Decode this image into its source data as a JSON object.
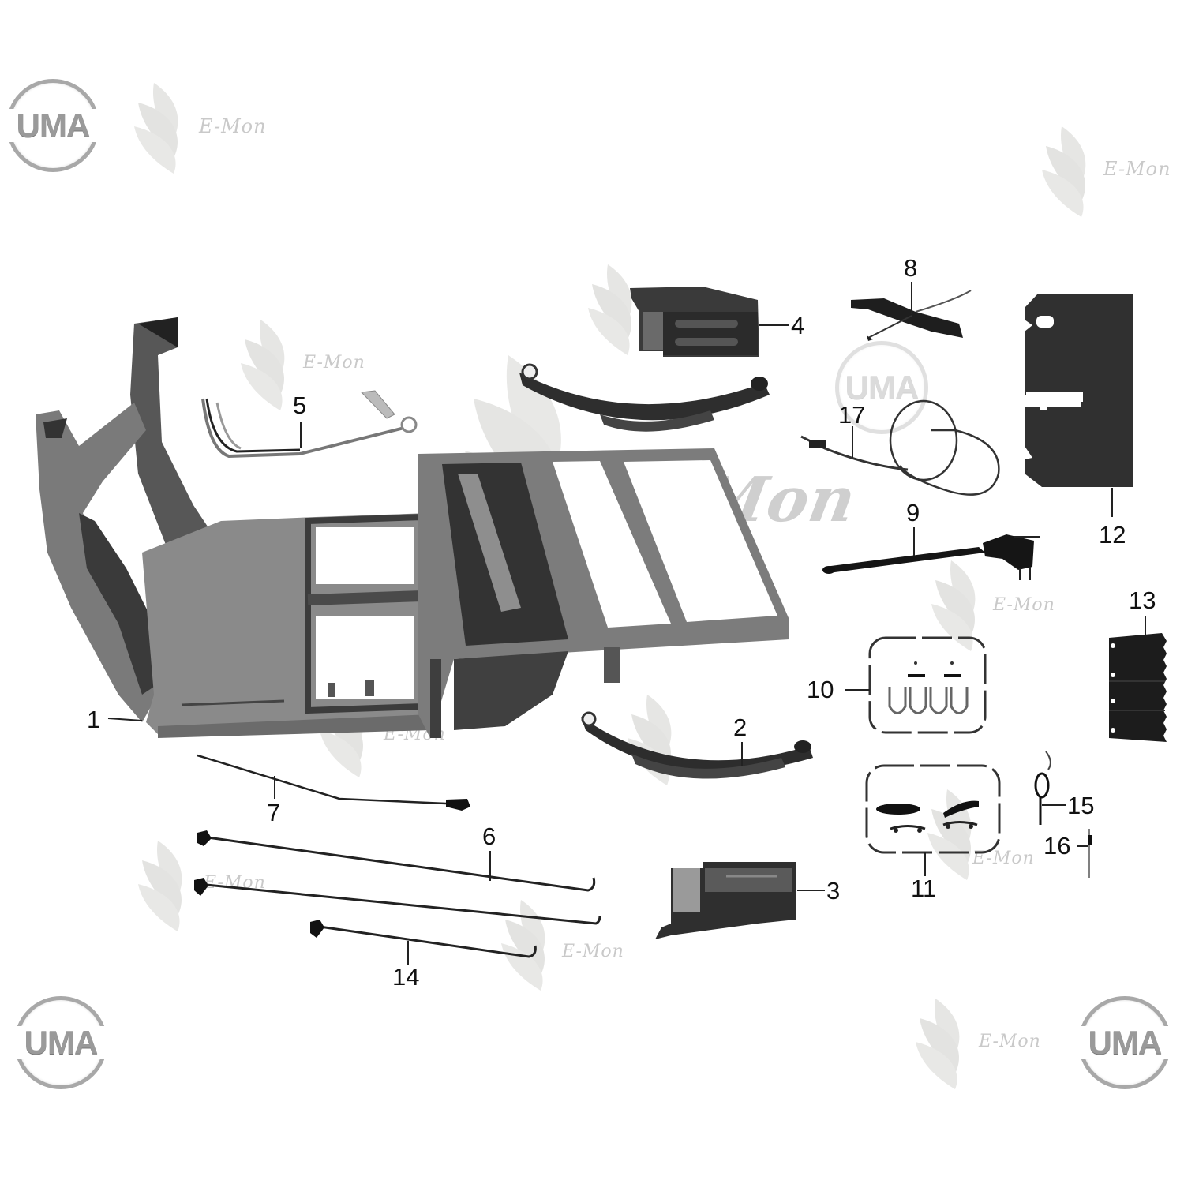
{
  "diagram": {
    "type": "exploded-parts-diagram",
    "subject": "Vehicle chassis frame assembly",
    "callouts": [
      {
        "id": "1",
        "label": "1",
        "part": "main chassis frame"
      },
      {
        "id": "2",
        "label": "2",
        "part": "rear leaf spring (lower)"
      },
      {
        "id": "3",
        "label": "3",
        "part": "mounting bracket (lower)"
      },
      {
        "id": "4",
        "label": "4",
        "part": "mounting bracket (upper)"
      },
      {
        "id": "5",
        "label": "5",
        "part": "pedal / brake lever arm"
      },
      {
        "id": "6",
        "label": "6",
        "part": "long brake rods (pair)"
      },
      {
        "id": "7",
        "label": "7",
        "part": "short rod / cable"
      },
      {
        "id": "8",
        "label": "8",
        "part": "hand brake lever"
      },
      {
        "id": "9",
        "label": "9",
        "part": "shift lever"
      },
      {
        "id": "10",
        "label": "10",
        "part": "U-bolt kit"
      },
      {
        "id": "11",
        "label": "11",
        "part": "spring clamp plate kit"
      },
      {
        "id": "12",
        "label": "12",
        "part": "floor panel"
      },
      {
        "id": "13",
        "label": "13",
        "part": "serrated side plate"
      },
      {
        "id": "14",
        "label": "14",
        "part": "short brake rod"
      },
      {
        "id": "15",
        "label": "15",
        "part": "return spring"
      },
      {
        "id": "16",
        "label": "16",
        "part": "pin"
      },
      {
        "id": "17",
        "label": "17",
        "part": "cable assembly"
      }
    ]
  },
  "watermarks": {
    "brand_logo": "UMA",
    "brand_logo_instances": 4,
    "secondary_mark": "E-Mon",
    "large_center_mark": "E-Mon"
  },
  "colors": {
    "background": "#ffffff",
    "part_dark": "#2a2a2a",
    "part_mid": "#6e6e6e",
    "part_light": "#9b9b9b",
    "callout_text": "#111111",
    "watermark": "#c9c9c9"
  }
}
